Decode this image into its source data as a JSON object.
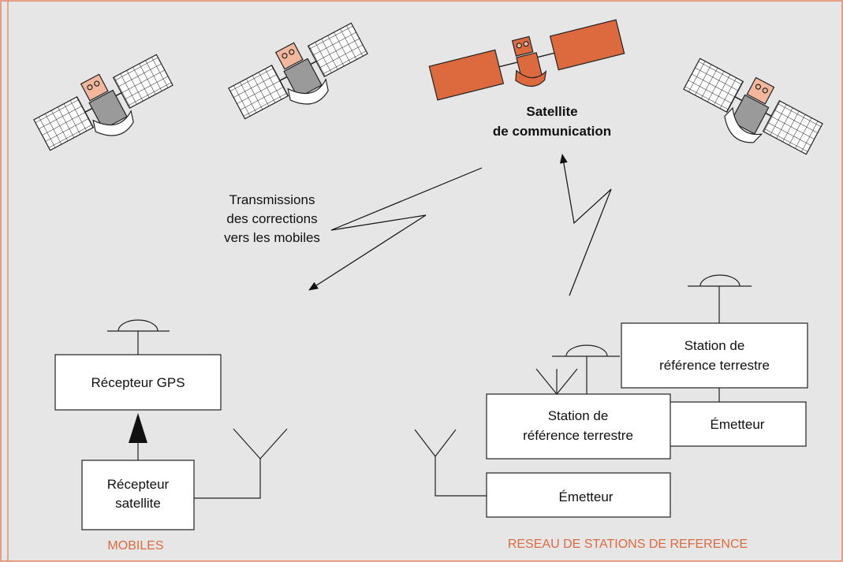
{
  "colors": {
    "background": "#e6e6e6",
    "frame": "#e08060",
    "accent": "#dd6a3f",
    "satellite_body": "#f3b79e",
    "satellite_grey": "#9a9a9a",
    "line": "#222222"
  },
  "icons": [
    "satellite-icon",
    "communication-satellite-icon",
    "dish-antenna-icon",
    "whip-antenna-icon"
  ],
  "labels": {
    "comm_satellite_line1": "Satellite",
    "comm_satellite_line2": "de communication",
    "transmission_line1": "Transmissions",
    "transmission_line2": "des corrections",
    "transmission_line3": "vers les mobiles",
    "gps_receiver": "Récepteur GPS",
    "sat_receiver_line1": "Récepteur",
    "sat_receiver_line2": "satellite",
    "station_back_line1": "Station de",
    "station_back_line2": "référence terrestre",
    "emitter_back": "Émetteur",
    "station_front_line1": "Station de",
    "station_front_line2": "référence terrestre",
    "emitter_front": "Émetteur",
    "mobiles": "MOBILES",
    "network": "RESEAU DE STATIONS DE REFERENCE"
  }
}
